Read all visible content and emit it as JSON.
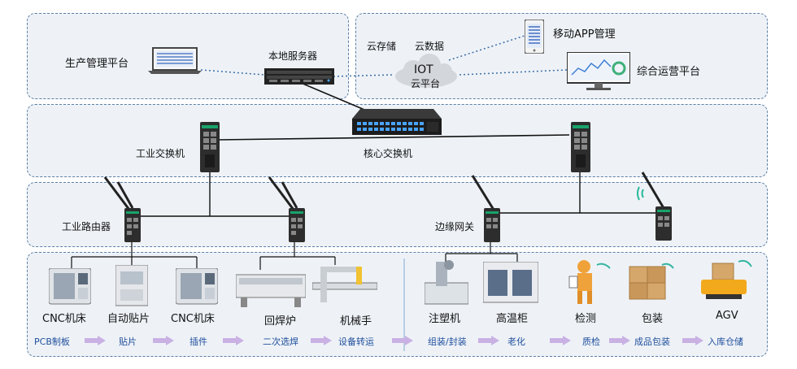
{
  "top_left": {
    "platform_label": "生产管理平台",
    "server_label": "本地服务器"
  },
  "top_right": {
    "cloud_storage": "云存储",
    "cloud_data": "云数据",
    "iot_line1": "IOT",
    "iot_line2": "云平台",
    "mobile_app": "移动APP管理",
    "ops_platform": "综合运营平台"
  },
  "core": {
    "industrial_switch": "工业交换机",
    "core_switch": "核心交换机"
  },
  "edge": {
    "industrial_router": "工业路由器",
    "edge_gateway": "边缘网关"
  },
  "equipment": [
    {
      "label": "CNC机床",
      "icon": "cnc-machine-icon"
    },
    {
      "label": "自动贴片",
      "icon": "smt-machine-icon"
    },
    {
      "label": "CNC机床",
      "icon": "cnc-machine-icon"
    },
    {
      "label": "回焊炉",
      "icon": "reflow-oven-icon"
    },
    {
      "label": "机械手",
      "icon": "robot-arm-icon"
    },
    {
      "label": "注塑机",
      "icon": "injection-machine-icon"
    },
    {
      "label": "高温柜",
      "icon": "high-temp-cabinet-icon"
    },
    {
      "label": "检测",
      "icon": "inspector-icon"
    },
    {
      "label": "包装",
      "icon": "boxes-icon"
    },
    {
      "label": "AGV",
      "icon": "agv-icon"
    }
  ],
  "process": [
    "PCB制板",
    "贴片",
    "插件",
    "二次选焊",
    "设备转运",
    "组装/封装",
    "老化",
    "质检",
    "成品包装",
    "入库仓储"
  ],
  "colors": {
    "zone_border": "#5b7fa6",
    "zone_fill": "#eef2f7",
    "process_text": "#1f4e9c",
    "arrow": "#c9b1e3",
    "device_dark": "#2b2b2b"
  }
}
